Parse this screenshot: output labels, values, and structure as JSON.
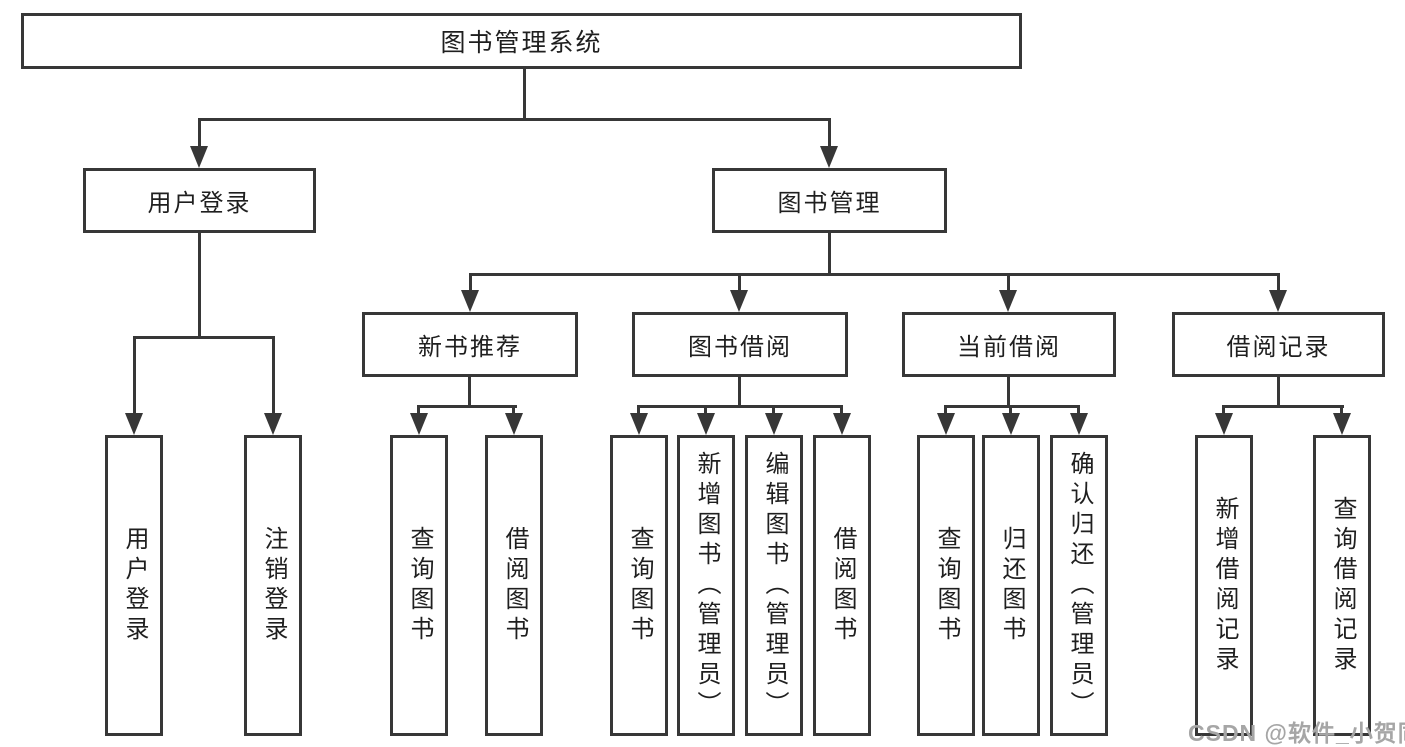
{
  "diagram": {
    "root": "图书管理系统",
    "level2": [
      "用户登录",
      "图书管理"
    ],
    "level3": [
      "新书推荐",
      "图书借阅",
      "当前借阅",
      "借阅记录"
    ],
    "leaves_user_login": [
      "用户登录",
      "注销登录"
    ],
    "leaves_new_book": [
      "查询图书",
      "借阅图书"
    ],
    "leaves_book_borrow": [
      "查询图书",
      "新增图书（管理员）",
      "编辑图书（管理员）",
      "借阅图书"
    ],
    "leaves_current_borrow": [
      "查询图书",
      "归还图书",
      "确认归还（管理员）"
    ],
    "leaves_borrow_record": [
      "新增借阅记录",
      "查询借阅记录"
    ]
  },
  "colors": {
    "line": "#373737",
    "text": "#1f1f1f",
    "watermark": "#a6a6a6",
    "background": "#ffffff"
  },
  "watermark": "CSDN @软件_小贺同学"
}
